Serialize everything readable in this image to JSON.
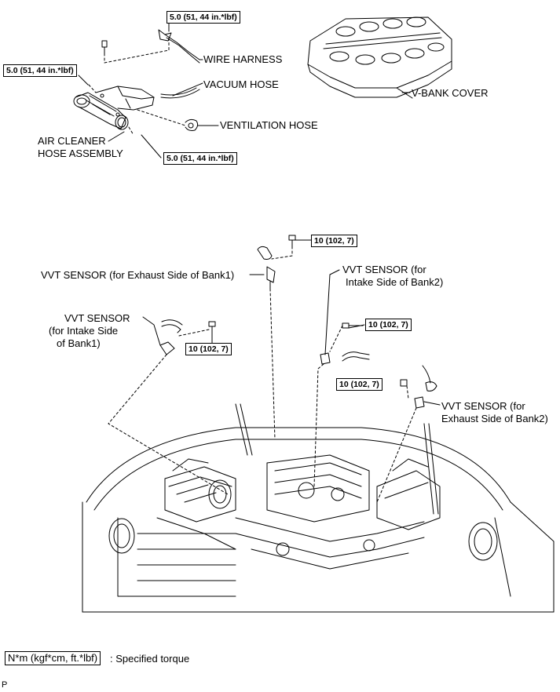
{
  "torque_labels": {
    "wire_harness_bolt": "5.0 (51, 44 in.*lbf)",
    "air_cleaner_left": "5.0 (51, 44 in.*lbf)",
    "air_cleaner_lower": "5.0 (51, 44 in.*lbf)",
    "vvt_exhaust_bank1": "10 (102, 7)",
    "vvt_intake_bank1": "10 (102, 7)",
    "vvt_intake_bank2": "10 (102, 7)",
    "vvt_exhaust_bank2": "10 (102, 7)"
  },
  "part_labels": {
    "wire_harness": "WIRE HARNESS",
    "vacuum_hose": "VACUUM HOSE",
    "ventilation_hose": "VENTILATION HOSE",
    "v_bank_cover": "V-BANK COVER",
    "air_cleaner_line1": "AIR CLEANER",
    "air_cleaner_line2": "HOSE ASSEMBLY",
    "vvt_exhaust_bank1": "VVT SENSOR (for Exhaust Side of Bank1)",
    "vvt_intake_bank2_line1": "VVT SENSOR (for",
    "vvt_intake_bank2_line2": "Intake Side of Bank2)",
    "vvt_intake_bank1_line1": "VVT SENSOR",
    "vvt_intake_bank1_line2": "(for Intake Side",
    "vvt_intake_bank1_line3": "of Bank1)",
    "vvt_exhaust_bank2_line1": "VVT SENSOR (for",
    "vvt_exhaust_bank2_line2": "Exhaust Side of Bank2)"
  },
  "legend": {
    "box": "N*m (kgf*cm, ft.*lbf)",
    "text": ": Specified torque"
  },
  "corner_code": "P"
}
